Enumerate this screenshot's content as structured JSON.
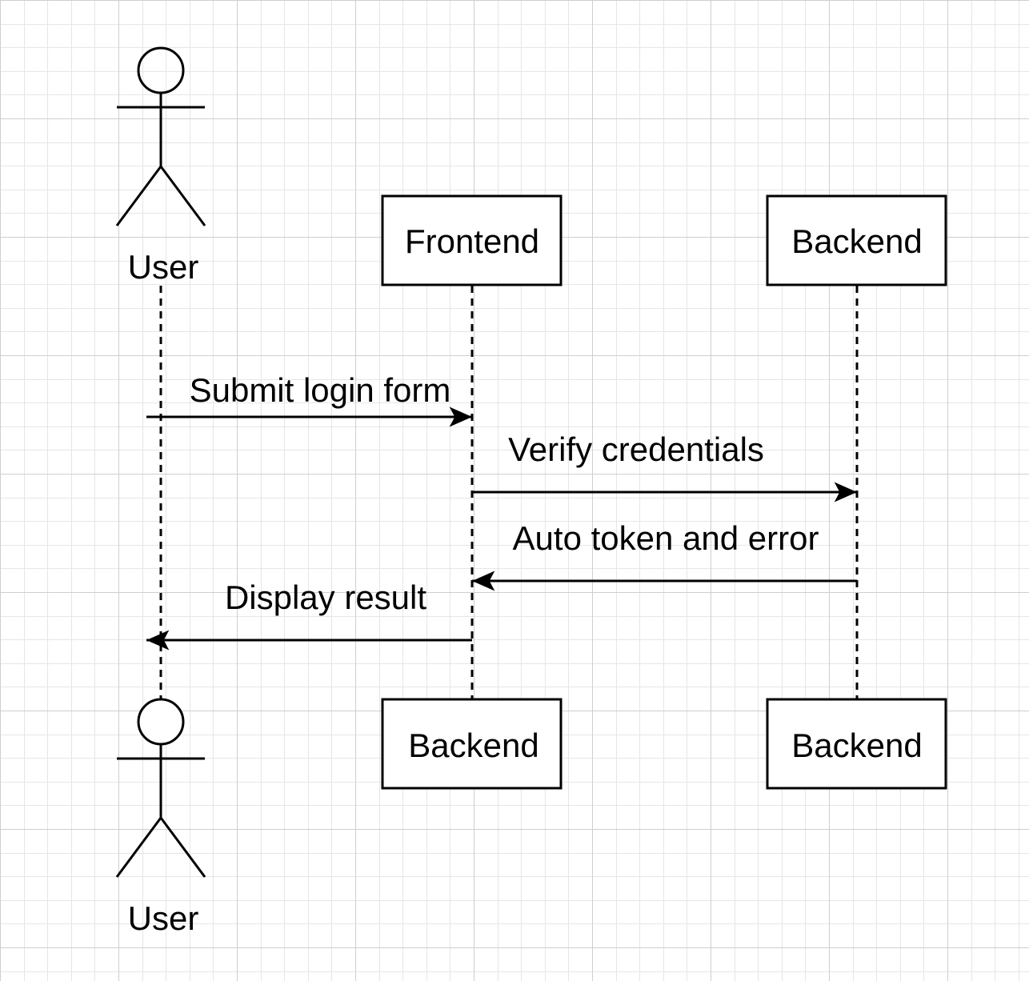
{
  "canvas": {
    "background": "#ffffff",
    "grid_minor_color": "#e6e6e6",
    "grid_major_color": "#cfcfcf",
    "stroke_color": "#000000"
  },
  "participants_top": {
    "user": {
      "label": "User",
      "icon": "stick-figure-icon"
    },
    "frontend": {
      "label": "Frontend"
    },
    "backend": {
      "label": "Backend"
    }
  },
  "participants_bottom": {
    "user": {
      "label": "User",
      "icon": "stick-figure-icon"
    },
    "frontend": {
      "label": "Backend"
    },
    "backend": {
      "label": "Backend"
    }
  },
  "messages": [
    {
      "label": "Submit login form",
      "from": "User",
      "to": "Frontend"
    },
    {
      "label": "Verify credentials",
      "from": "Frontend",
      "to": "Backend"
    },
    {
      "label": "Auto token and error",
      "from": "Backend",
      "to": "Frontend"
    },
    {
      "label": "Display result",
      "from": "Frontend",
      "to": "User"
    }
  ]
}
